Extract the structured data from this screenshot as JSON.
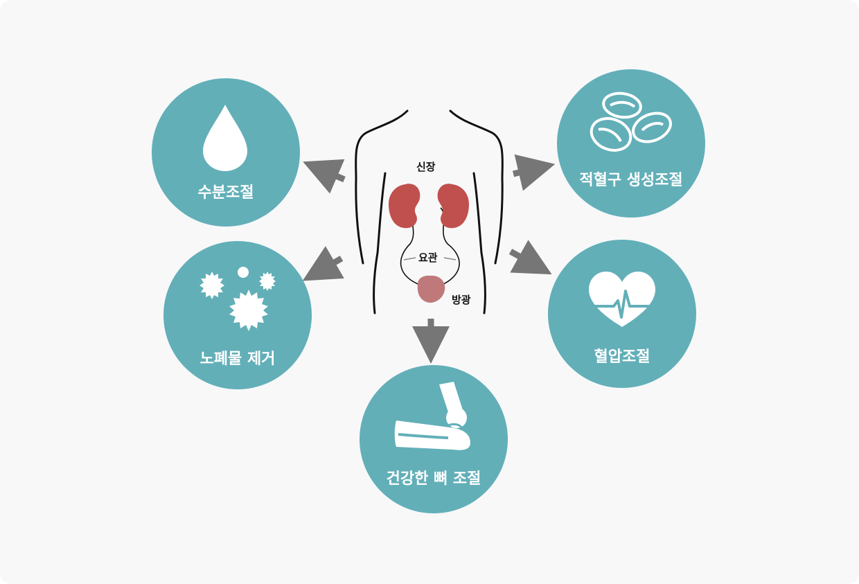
{
  "colors": {
    "circle": "#62afb8",
    "arrow": "#767676",
    "kidney": "#c0504d",
    "bladder": "#c0797a",
    "outline": "#111111",
    "icon": "#ffffff"
  },
  "organs": {
    "kidney": "신장",
    "ureter": "요관",
    "bladder": "방광"
  },
  "functions": [
    {
      "id": "water",
      "label": "수분조절",
      "icon": "water-drop-icon"
    },
    {
      "id": "waste",
      "label": "노폐물 제거",
      "icon": "waste-particles-icon"
    },
    {
      "id": "bone",
      "label": "건강한 뼈 조절",
      "icon": "elbow-bone-icon"
    },
    {
      "id": "rbc",
      "label": "적혈구 생성조절",
      "icon": "red-blood-cells-icon"
    },
    {
      "id": "bp",
      "label": "혈압조절",
      "icon": "heart-pulse-icon"
    }
  ]
}
